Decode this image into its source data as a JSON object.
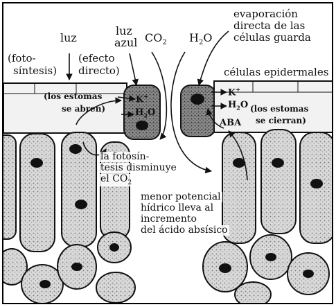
{
  "labels": {
    "luz": "luz",
    "luz_azul_1": "luz",
    "luz_azul_2": "azul",
    "co2_main": "CO",
    "co2_sub": "2",
    "h2o_main": "H",
    "h2o_sub": "2",
    "h2o_end": "O",
    "evap_1": "evaporación",
    "evap_2": "directa de las",
    "evap_3": "células guarda",
    "foto_1": "(foto-",
    "foto_2": "síntesis)",
    "efecto_1": "(efecto",
    "efecto_2": "directo)",
    "epidermales": "células epidermales",
    "abren_1": "(los estomas",
    "abren_2": "se abren)",
    "k_left": "K",
    "k_left_sup": "+",
    "h2o_left": "H",
    "h2o_left_sub": "2",
    "h2o_left_end": "O",
    "k_right": "K",
    "k_right_sup": "+",
    "h2o_right": "H",
    "h2o_right_sub": "2",
    "h2o_right_end": "O",
    "cierran_1": "(los estomas",
    "cierran_2": "se cierran)",
    "aba": "ABA",
    "foto_dism_1": "la fotosín-",
    "foto_dism_2": "tesis disminuye",
    "foto_dism_3": "el CO",
    "foto_dism_3_sub": "2",
    "menor_1": "menor potencial",
    "menor_2": "hídrico lleva al",
    "menor_3": "incremento",
    "menor_4": "del ácido absísico"
  },
  "colors": {
    "ink": "#111111",
    "cell_fill": "#cfcfcf",
    "cell_dark": "#6a6a6a",
    "nucleus": "#1a1a1a",
    "epidermis": "#f4f4f4"
  }
}
